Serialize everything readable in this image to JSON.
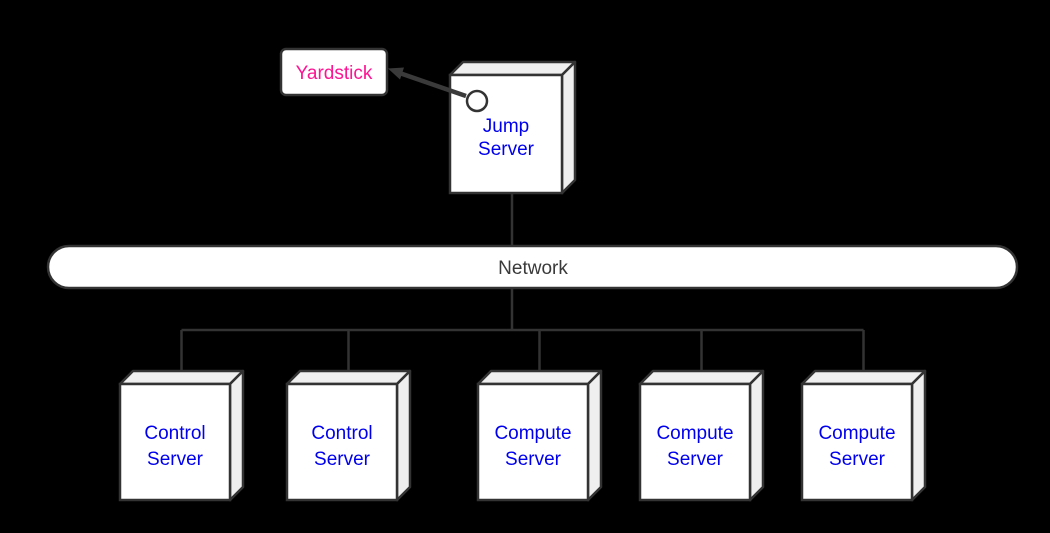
{
  "colors": {
    "background": "#000000",
    "outline": "#333333",
    "front_fill": "#ffffff",
    "depth_fill": "#efefef",
    "server_label": "#0000ee",
    "yardstick_label": "#ff1493",
    "network_label": "#3a3a3a"
  },
  "icons": {
    "port": "port-circle",
    "arrow": "arrow-pointer"
  },
  "yardstick": {
    "label": "Yardstick"
  },
  "jump_server": {
    "lines": [
      "Jump",
      "Server"
    ]
  },
  "network": {
    "label": "Network"
  },
  "servers": [
    {
      "lines": [
        "Control",
        "Server"
      ]
    },
    {
      "lines": [
        "Control",
        "Server"
      ]
    },
    {
      "lines": [
        "Compute",
        "Server"
      ]
    },
    {
      "lines": [
        "Compute",
        "Server"
      ]
    },
    {
      "lines": [
        "Compute",
        "Server"
      ]
    }
  ]
}
